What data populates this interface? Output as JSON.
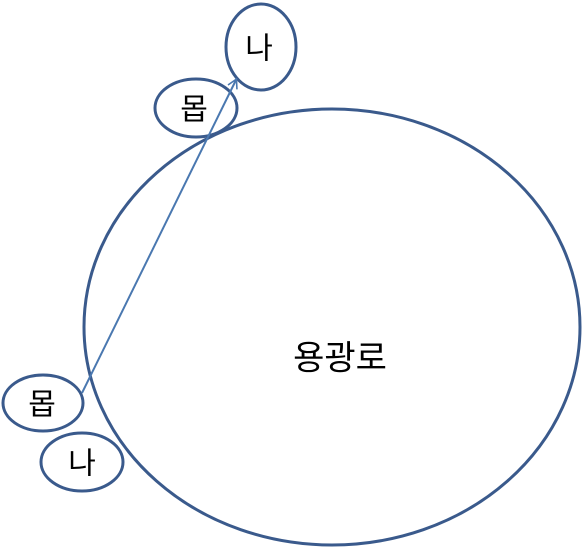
{
  "diagram": {
    "main_circle": {
      "label": "용광로"
    },
    "top_pair": {
      "outer": {
        "label": "나"
      },
      "inner": {
        "label": "몹"
      }
    },
    "bottom_pair": {
      "outer": {
        "label": "나"
      },
      "inner": {
        "label": "몹"
      }
    }
  },
  "colors": {
    "stroke": "#3A5A8C",
    "arrow": "#4A78B0",
    "background": "#FFFFFF",
    "text": "#000000"
  }
}
